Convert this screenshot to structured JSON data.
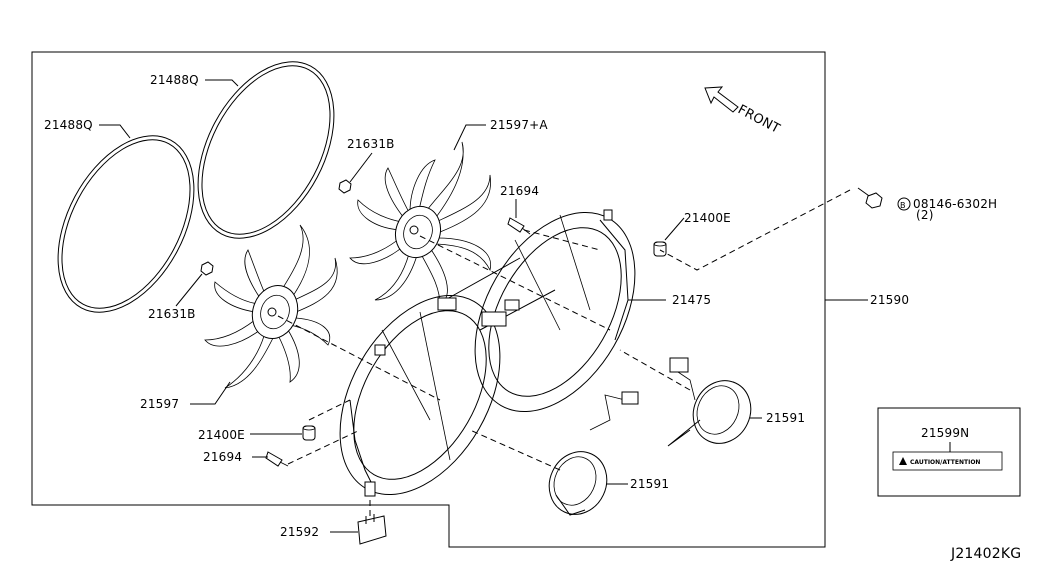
{
  "diagram_code": "J21402KG",
  "front_indicator": "FRONT",
  "warning_label_text": "CAUTION/ATTENTION",
  "callouts": {
    "seal_upper": "21488Q",
    "seal_lower": "21488Q",
    "fan_nut_upper": "21631B",
    "fan_nut_lower": "21631B",
    "fan_upper": "21597+A",
    "fan_lower": "21597",
    "clip_upper": "21694",
    "clip_lower": "21694",
    "grommet_upper": "21400E",
    "grommet_lower": "21400E",
    "bolt": "08146-6302H",
    "bolt_qty": "(2)",
    "bolt_prefix": "B",
    "shroud": "21475",
    "assembly": "21590",
    "motor_right": "21591",
    "motor_lower": "21591",
    "label_part": "21599N",
    "bracket": "21592"
  }
}
